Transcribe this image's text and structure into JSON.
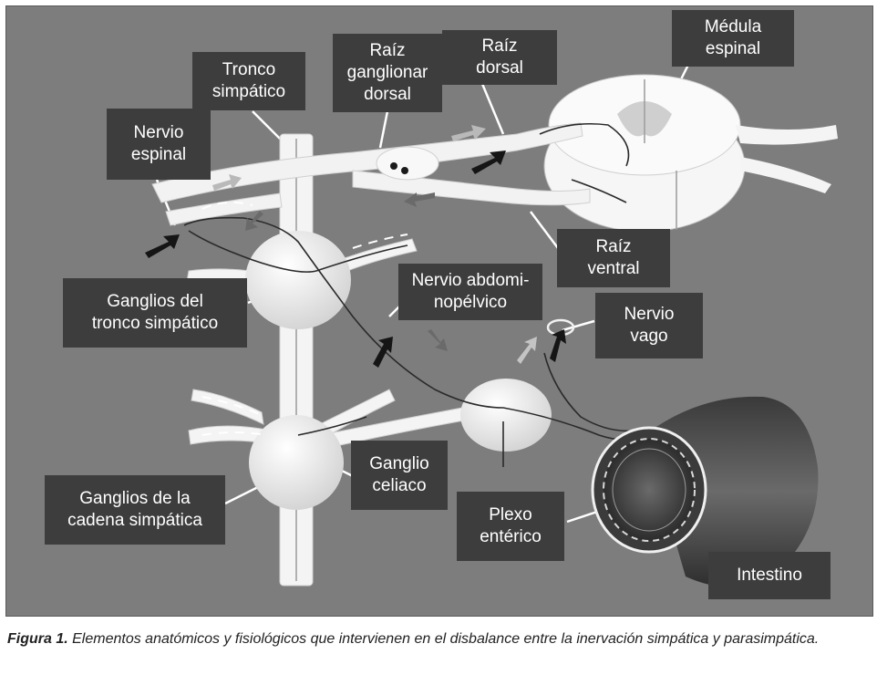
{
  "labels": {
    "medula_espinal": "Médula\nespinal",
    "raiz_dorsal": "Raíz\ndorsal",
    "raiz_ganglionar_dorsal": "Raíz\nganglionar\ndorsal",
    "tronco_simpatico": "Tronco\nsimpático",
    "nervio_espinal": "Nervio\nespinal",
    "raiz_ventral": "Raíz\nventral",
    "nervio_abdominopelvico": "Nervio abdomi-\nnopélvico",
    "ganglios_tronco": "Ganglios del\ntronco simpático",
    "nervio_vago": "Nervio\nvago",
    "ganglio_celiaco": "Ganglio\nceliaco",
    "ganglios_cadena": "Ganglios de la\ncadena simpática",
    "plexo_enterico": "Plexo\nentérico",
    "intestino": "Intestino"
  },
  "caption": {
    "lead": "Figura 1.",
    "text": " Elementos anatómicos y fisiológicos que intervienen en el disbalance entre la inervación simpática y parasimpática."
  }
}
